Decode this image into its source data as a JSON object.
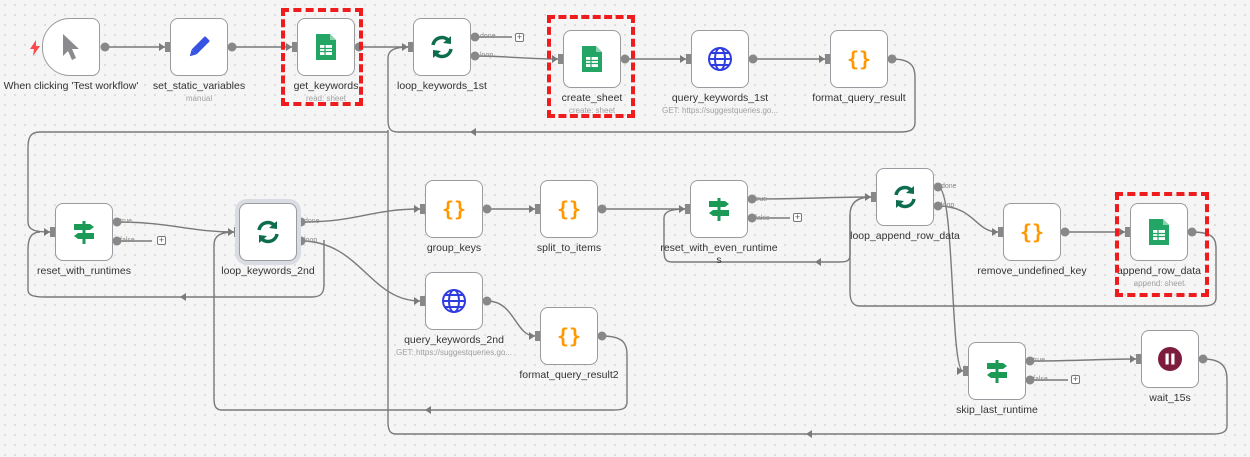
{
  "nodes": {
    "trigger": {
      "label": "When clicking 'Test workflow'"
    },
    "set_static": {
      "label": "set_static_variables",
      "sub": "manual"
    },
    "get_keywords": {
      "label": "get_keywords",
      "sub": "read: sheet"
    },
    "loop_1st": {
      "label": "loop_keywords_1st"
    },
    "create_sheet": {
      "label": "create_sheet",
      "sub": "create: sheet"
    },
    "query_1st": {
      "label": "query_keywords_1st",
      "sub": "GET: https://suggestqueries.go..."
    },
    "format_result": {
      "label": "format_query_result"
    },
    "reset_runtimes": {
      "label": "reset_with_runtimes"
    },
    "loop_2nd": {
      "label": "loop_keywords_2nd"
    },
    "group_keys": {
      "label": "group_keys"
    },
    "split_items": {
      "label": "split_to_items"
    },
    "reset_even": {
      "label": "reset_with_even_runtimes"
    },
    "loop_append": {
      "label": "loop_append_row_data"
    },
    "remove_undefined": {
      "label": "remove_undefined_key"
    },
    "append_row": {
      "label": "append_row_data",
      "sub": "append: sheet"
    },
    "query_2nd": {
      "label": "query_keywords_2nd",
      "sub": "GET: https://suggestqueries.go..."
    },
    "format_result2": {
      "label": "format_query_result2"
    },
    "skip_last": {
      "label": "skip_last_runtime"
    },
    "wait": {
      "label": "wait_15s"
    }
  },
  "ports": {
    "done": "done",
    "loop": "loop",
    "true": "true",
    "false": "false"
  },
  "colors": {
    "sheets": "#23a566",
    "code": "#ff9800",
    "loop": "#0e6d4f",
    "globe": "#2f3ce0",
    "pencil": "#3653e3",
    "if": "#1a9a54",
    "wait": "#7d1c3c",
    "trigger": "#ff4a4a",
    "highlight": "#ee1c1c"
  },
  "icons": {
    "trigger": "cursor-icon",
    "set": "pencil-icon",
    "sheets": "google-sheets-icon",
    "loop": "loop-arrows-icon",
    "http": "globe-icon",
    "code": "curly-braces-icon",
    "if": "signpost-icon",
    "wait": "pause-icon"
  }
}
